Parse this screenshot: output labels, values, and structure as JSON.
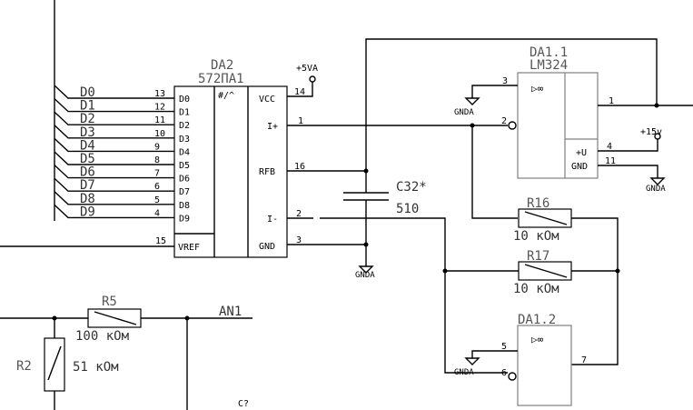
{
  "domain": "schematic",
  "bus_signals": [
    "D0",
    "D1",
    "D2",
    "D3",
    "D4",
    "D5",
    "D6",
    "D7",
    "D8",
    "D9"
  ],
  "da2": {
    "ref": "DA2",
    "part": "572ПА1",
    "middle_col": "#/^",
    "left_pins": [
      {
        "name": "D0",
        "num": "13"
      },
      {
        "name": "D1",
        "num": "12"
      },
      {
        "name": "D2",
        "num": "11"
      },
      {
        "name": "D3",
        "num": "10"
      },
      {
        "name": "D4",
        "num": "9"
      },
      {
        "name": "D5",
        "num": "8"
      },
      {
        "name": "D6",
        "num": "7"
      },
      {
        "name": "D7",
        "num": "6"
      },
      {
        "name": "D8",
        "num": "5"
      },
      {
        "name": "D9",
        "num": "4"
      }
    ],
    "vref": {
      "name": "VREF",
      "num": "15"
    },
    "vcc": {
      "name": "VCC",
      "num": "14"
    },
    "iplus": {
      "name": "I+",
      "num": "1"
    },
    "rfb": {
      "name": "RFB",
      "num": "16"
    },
    "iminus": {
      "name": "I-",
      "num": "2"
    },
    "gnd": {
      "name": "GND",
      "num": "3"
    }
  },
  "power": {
    "p5va": "+5VA",
    "p15v": "+15v",
    "gnda": "GNDA"
  },
  "c32": {
    "ref": "C32*",
    "value": "510"
  },
  "da1_1": {
    "ref": "DA1.1",
    "part": "LM324",
    "symbol": "▷∞",
    "pin_plus": "3",
    "pin_minus": "2",
    "pin_out": "1",
    "pin_vu": "4",
    "pin_gnd": "11",
    "vu_label": "+U",
    "gnd_label": "GND"
  },
  "da1_2": {
    "ref": "DA1.2",
    "symbol": "▷∞",
    "pin_plus": "5",
    "pin_minus": "6",
    "pin_out": "7"
  },
  "r16": {
    "ref": "R16",
    "value": "10 кОм"
  },
  "r17": {
    "ref": "R17",
    "value": "10 кОм"
  },
  "r5": {
    "ref": "R5",
    "value": "100 кОм"
  },
  "r2": {
    "ref": "R2",
    "value": "51 кОм"
  },
  "net_an1": "AN1",
  "c_unknown": "C?"
}
